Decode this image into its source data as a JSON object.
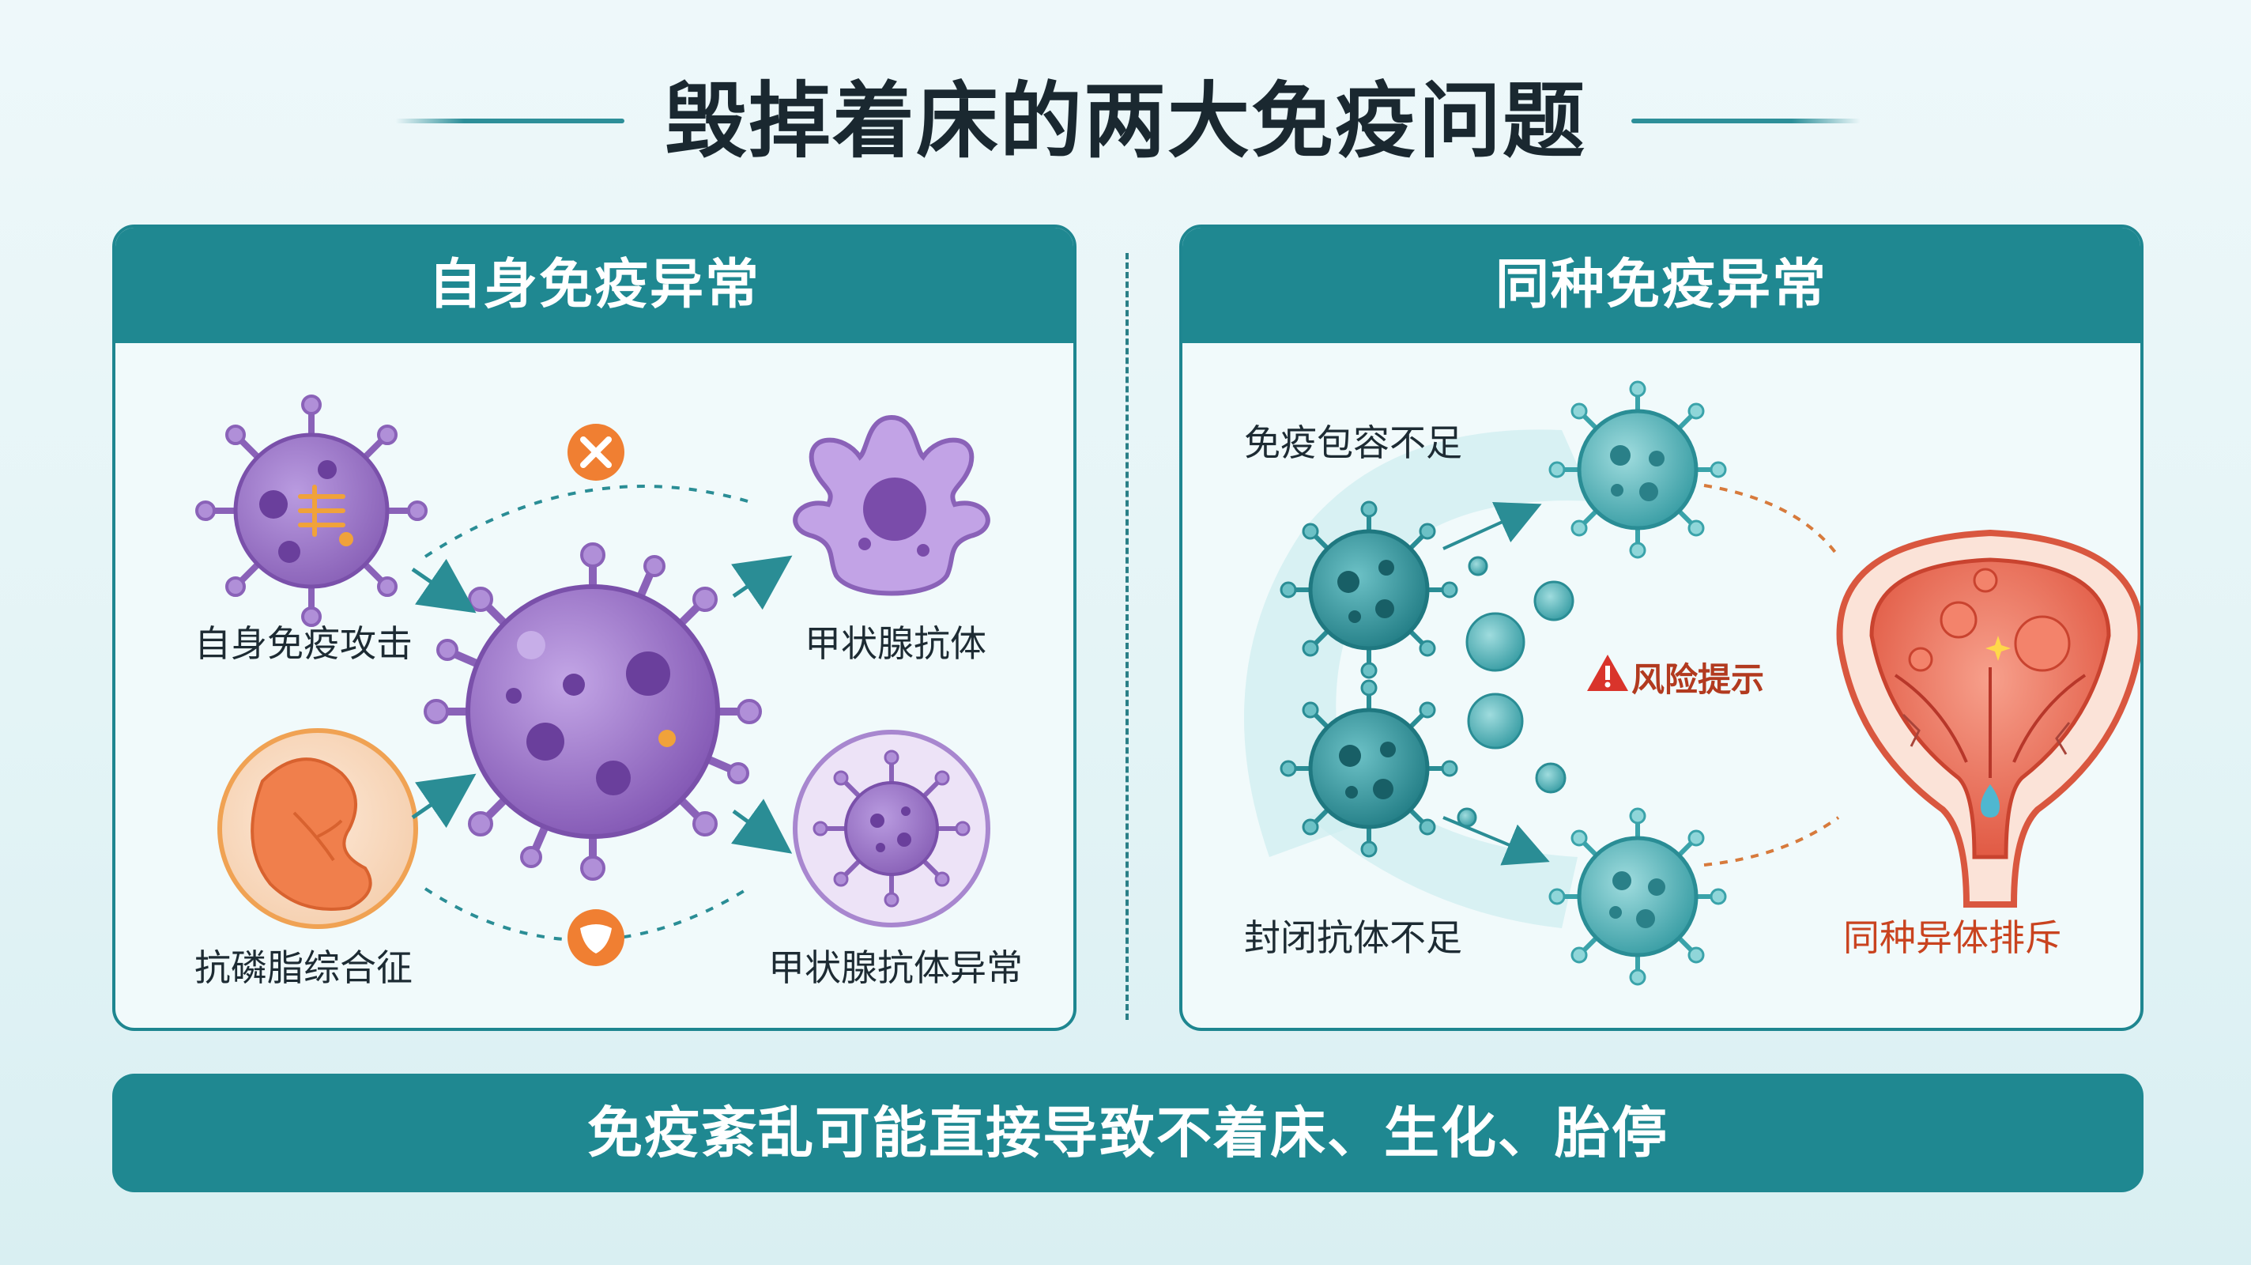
{
  "title": "毁掉着床的两大免疫问题",
  "left_panel": {
    "header": "自身免疫异常",
    "labels": {
      "autoimmune_attack": "自身免疫攻击",
      "antiphospholipid": "抗磷脂综合征",
      "thyroid_antibody": "甲状腺抗体",
      "thyroid_antibody_abnormal": "甲状腺抗体异常"
    }
  },
  "right_panel": {
    "header": "同种免疫异常",
    "labels": {
      "immune_tolerance": "免疫包容不足",
      "blocking_antibody": "封闭抗体不足",
      "risk_warning": "风险提示",
      "alloimmune_rejection": "同种异体排斥"
    }
  },
  "footer": {
    "message": "免疫紊乱可能直接导致不着床、生化、胎停"
  },
  "colors": {
    "teal": "#1f8891",
    "purple": "#8a62b8",
    "cyan_cell": "#4fb3b8",
    "orange": "#f07f32",
    "warning_red": "#d9342b",
    "uterus": "#e2644f"
  }
}
